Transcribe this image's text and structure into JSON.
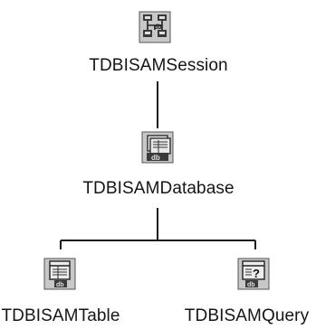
{
  "nodes": {
    "session": {
      "label": "TDBISAMSession",
      "icon": "session-component-icon"
    },
    "database": {
      "label": "TDBISAMDatabase",
      "icon": "database-component-icon"
    },
    "table": {
      "label": "TDBISAMTable",
      "icon": "table-component-icon"
    },
    "query": {
      "label": "TDBISAMQuery",
      "icon": "query-component-icon"
    }
  },
  "colors": {
    "line": "#1a1a1a",
    "text": "#151515",
    "icon_face": "#c8c8c8",
    "icon_dark": "#3a3a3a"
  }
}
